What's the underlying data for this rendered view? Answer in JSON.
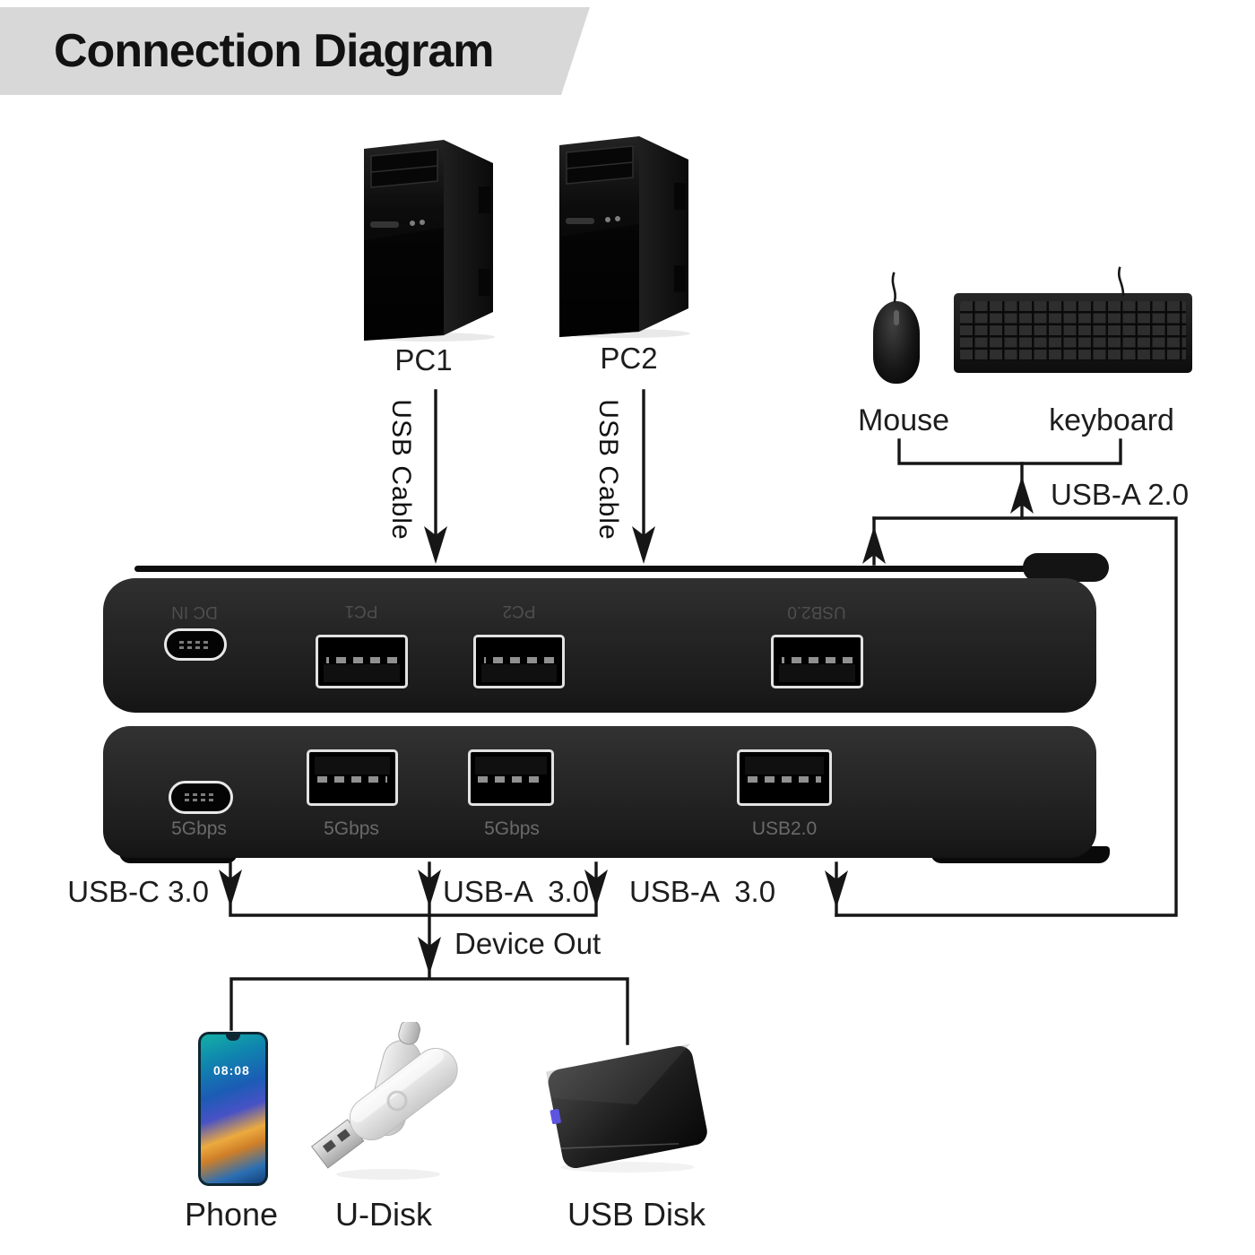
{
  "title": "Connection Diagram",
  "sources": {
    "pc1_label": "PC1",
    "pc2_label": "PC2",
    "pc1_cable": "USB Cable",
    "pc2_cable": "USB Cable"
  },
  "peripherals": {
    "mouse_label": "Mouse",
    "keyboard_label": "keyboard",
    "link_label": "USB-A 2.0"
  },
  "switch_back_ports": {
    "power": "DC IN",
    "pc1": "PC1",
    "pc2": "PC2",
    "usb": "USB2.0"
  },
  "switch_front_ports": {
    "usb_c": "5Gbps",
    "usb_a1": "5Gbps",
    "usb_a2": "5Gbps",
    "usb": "USB2.0"
  },
  "outputs": {
    "usb_c": "USB-C 3.0",
    "usb_a1": "USB-A 3.0",
    "usb_a2": "USB-A 3.0",
    "device_out": "Device Out"
  },
  "devices": {
    "phone": "Phone",
    "udisk": "U-Disk",
    "usbdisk": "USB Disk",
    "phone_time": "08:08"
  }
}
